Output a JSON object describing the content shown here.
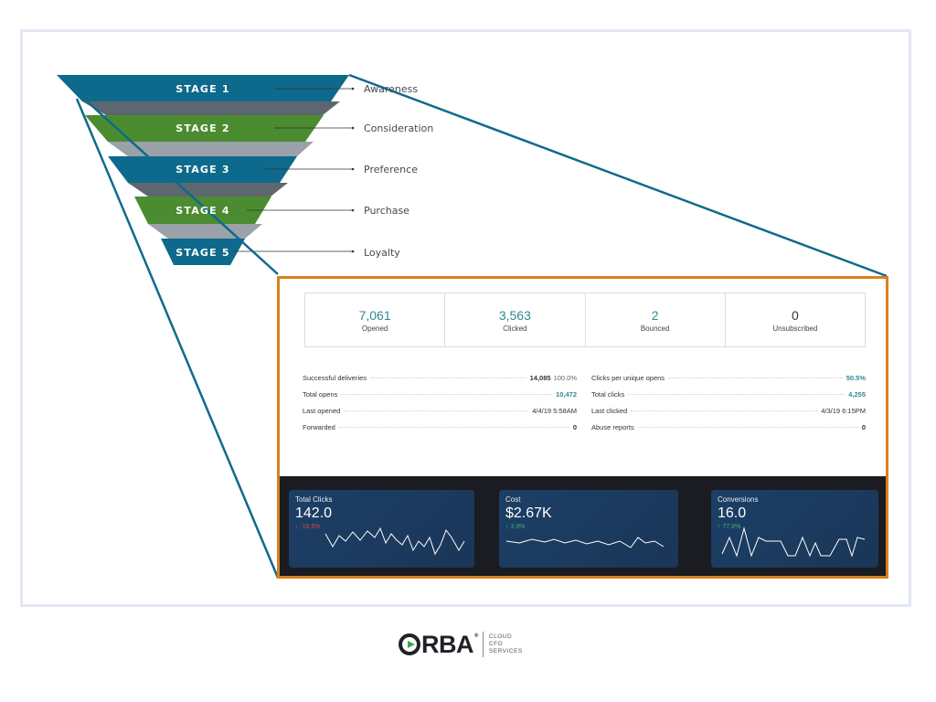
{
  "funnel": {
    "stages": [
      {
        "label": "STAGE 1",
        "name": "Awareness",
        "color": "#0e6a8c"
      },
      {
        "label": "STAGE 2",
        "name": "Consideration",
        "color": "#4a8c2f"
      },
      {
        "label": "STAGE 3",
        "name": "Preference",
        "color": "#0e6a8c"
      },
      {
        "label": "STAGE 4",
        "name": "Purchase",
        "color": "#4a8c2f"
      },
      {
        "label": "STAGE 5",
        "name": "Loyalty",
        "color": "#0e6a8c"
      }
    ]
  },
  "report": {
    "kpis": [
      {
        "value": "7,061",
        "label": "Opened"
      },
      {
        "value": "3,563",
        "label": "Clicked"
      },
      {
        "value": "2",
        "label": "Bounced"
      },
      {
        "value": "0",
        "label": "Unsubscribed"
      }
    ],
    "left_stats": [
      {
        "label": "Successful deliveries",
        "value": "14,085",
        "extra": "100.0%"
      },
      {
        "label": "Total opens",
        "value": "10,472"
      },
      {
        "label": "Last opened",
        "value": "4/4/19 5:58AM"
      },
      {
        "label": "Forwarded",
        "value": "0"
      }
    ],
    "right_stats": [
      {
        "label": "Clicks per unique opens",
        "value": "50.5%"
      },
      {
        "label": "Total clicks",
        "value": "4,255"
      },
      {
        "label": "Last clicked",
        "value": "4/3/19 6:15PM"
      },
      {
        "label": "Abuse reports",
        "value": "0"
      }
    ]
  },
  "dashboard": {
    "cards": [
      {
        "title": "Total Clicks",
        "value": "142.0",
        "delta": "↓ -16.5%",
        "trend": "down"
      },
      {
        "title": "Cost",
        "value": "$2.67K",
        "delta": "↑ 3.9%",
        "trend": "up"
      },
      {
        "title": "Conversions",
        "value": "16.0",
        "delta": "↑ 77.8%",
        "trend": "up"
      }
    ]
  },
  "logo": {
    "brand": "RBA",
    "reg": "®",
    "sub": [
      "CLOUD",
      "CFO",
      "SERVICES"
    ]
  },
  "colors": {
    "blue": "#0e6a8c",
    "green": "#4a8c2f",
    "orange_border": "#d9801e",
    "teal_value": "#2e8a90"
  }
}
